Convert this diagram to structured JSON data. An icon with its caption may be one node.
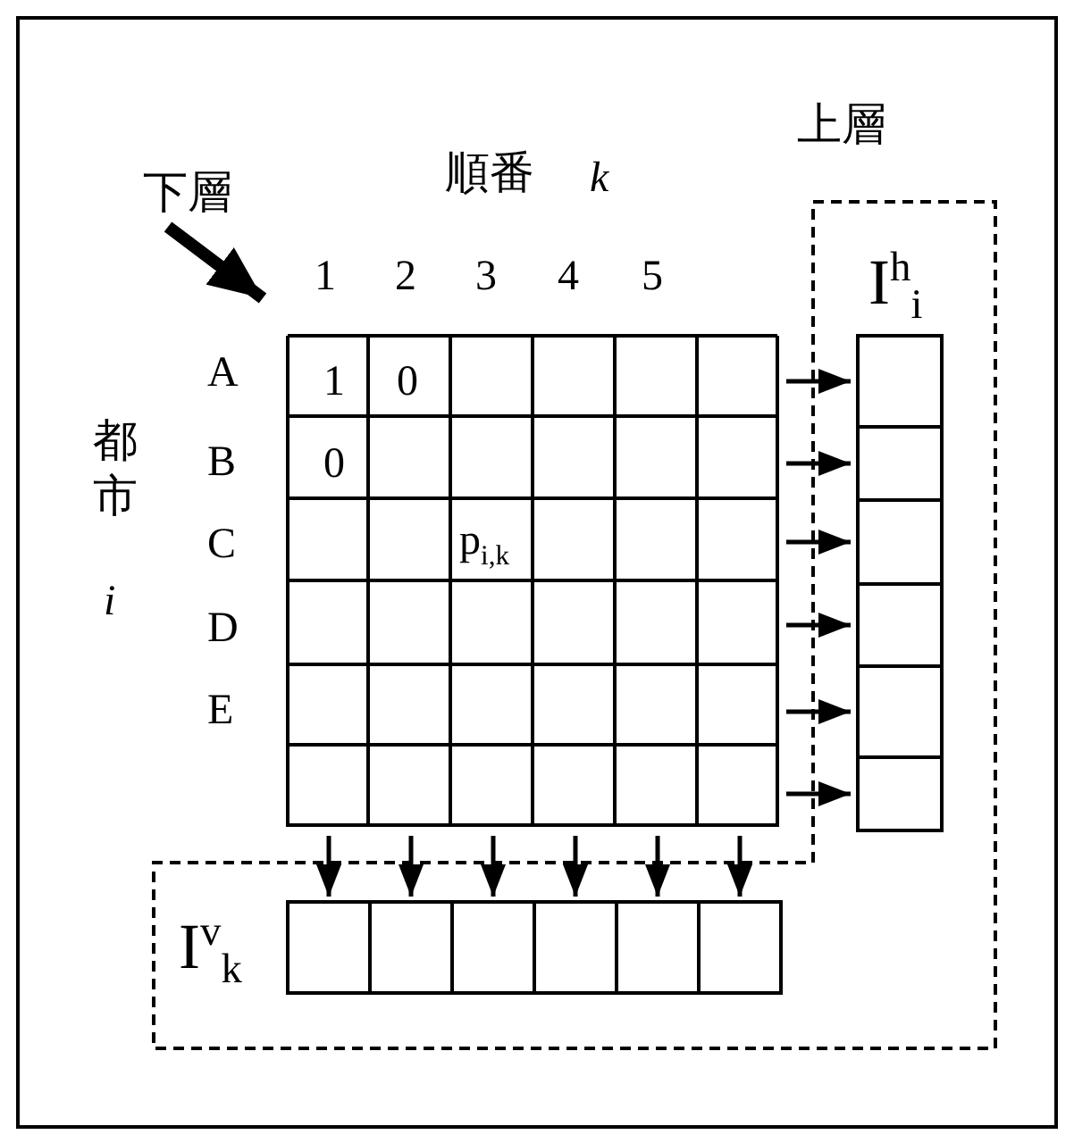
{
  "diagram": {
    "nodes": [
      {
        "text": [
          "下層"
        ]
      },
      {
        "text": [],
        "shape": "box"
      },
      {
        "text": [
          "上層"
        ]
      },
      {
        "text": [
          "I$^{h}$$_{i}$"
        ],
        "in": 2
      },
      {
        "text": [],
        "shape": "box",
        "in": 3
      },
      {
        "text": [],
        "shape": "box",
        "in": 3
      },
      {
        "text": [],
        "shape": "box",
        "in": 3
      },
      {
        "text": [],
        "shape": "box",
        "in": 3
      },
      {
        "text": [],
        "shape": "box",
        "in": 3
      },
      {
        "text": [],
        "shape": "box",
        "in": 3
      },
      {
        "text": [
          "I$^{v}$$_{k}$"
        ],
        "in": 2
      },
      {
        "text": [],
        "shape": "box",
        "in": 10
      },
      {
        "text": [],
        "shape": "box",
        "in": 10
      },
      {
        "text": [],
        "shape": "box",
        "in": 10
      },
      {
        "text": [],
        "shape": "box",
        "in": 10
      },
      {
        "text": [],
        "shape": "box",
        "in": 10
      },
      {
        "text": [],
        "shape": "box",
        "in": 10
      }
    ],
    "edges": [
      {
        "from": 0,
        "to": 1,
        "arrow": "to",
        "style": "thick"
      },
      {
        "from": 1,
        "to": 4,
        "arrow": "to"
      },
      {
        "from": 1,
        "to": 5,
        "arrow": "to"
      },
      {
        "from": 1,
        "to": 6,
        "arrow": "to"
      },
      {
        "from": 1,
        "to": 7,
        "arrow": "to"
      },
      {
        "from": 1,
        "to": 8,
        "arrow": "to"
      },
      {
        "from": 1,
        "to": 9,
        "arrow": "to"
      },
      {
        "from": 1,
        "to": 11,
        "arrow": "to"
      },
      {
        "from": 1,
        "to": 12,
        "arrow": "to"
      },
      {
        "from": 1,
        "to": 13,
        "arrow": "to"
      },
      {
        "from": 1,
        "to": 14,
        "arrow": "to"
      },
      {
        "from": 1,
        "to": 15,
        "arrow": "to"
      },
      {
        "from": 1,
        "to": 16,
        "arrow": "to"
      }
    ],
    "labels": [
      "順番",
      "k",
      "1",
      "2",
      "3",
      "4",
      "5",
      "都市",
      "i",
      "A",
      "B",
      "C",
      "D",
      "E",
      "1",
      "0",
      "0",
      "p$_{i,k}$"
    ]
  }
}
